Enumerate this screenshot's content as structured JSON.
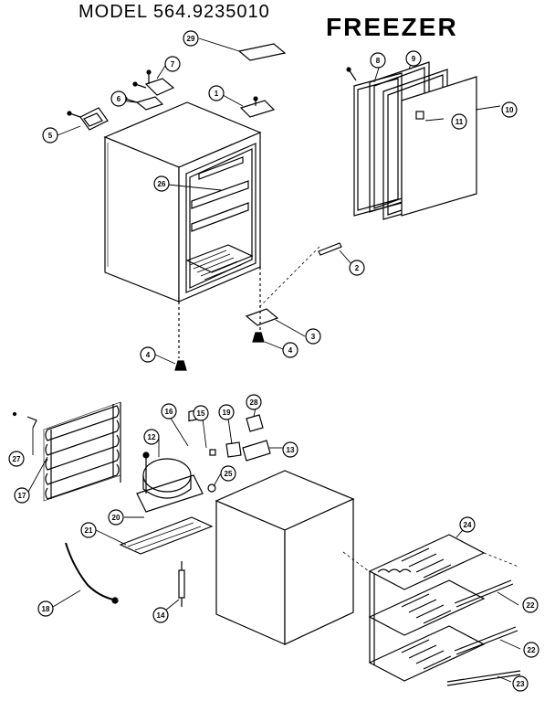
{
  "header": {
    "model_label": "MODEL 564.9235010",
    "product_label": "FREEZER"
  },
  "callouts": [
    "29",
    "7",
    "1",
    "8",
    "9",
    "10",
    "11",
    "6",
    "5",
    "26",
    "2",
    "3",
    "4",
    "4",
    "27",
    "17",
    "16",
    "15",
    "19",
    "28",
    "12",
    "13",
    "25",
    "20",
    "21",
    "24",
    "18",
    "14",
    "22",
    "22",
    "23"
  ],
  "colors": {
    "ink": "#000000",
    "background": "#ffffff"
  }
}
